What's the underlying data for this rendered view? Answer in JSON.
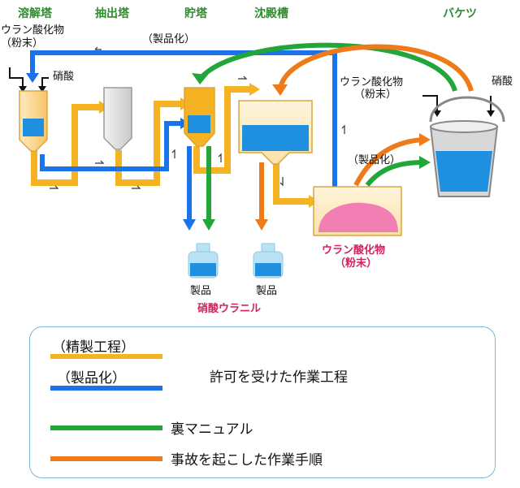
{
  "headers": {
    "dissolution_tower": "溶解塔",
    "extraction_tower": "抽出塔",
    "storage_tower": "貯塔",
    "settling_tank": "沈殿槽",
    "bucket": "バケツ"
  },
  "labels": {
    "uranium_oxide_powder_left_1": "ウラン酸化物",
    "uranium_oxide_powder_left_2": "（粉末）",
    "nitric_acid_left": "硝酸",
    "product_conversion_top": "（製品化）",
    "uranium_oxide_powder_right_1": "ウラン酸化物",
    "uranium_oxide_powder_right_2": "（粉末）",
    "nitric_acid_right": "硝酸",
    "product_conversion_mid": "（製品化）",
    "uranium_oxide_powder_red_1": "ウラン酸化物",
    "uranium_oxide_powder_red_2": "（粉末）",
    "product_1": "製品",
    "product_2": "製品",
    "uranyl_nitrate": "硝酸ウラニル"
  },
  "legend": {
    "refining": "（精製工程）",
    "product_conversion": "（製品化）",
    "licensed_process": "許可を受けた作業工程",
    "secret_manual": "裏マニュアル",
    "accident_procedure": "事故を起こした作業手順"
  },
  "colors": {
    "orange_yellow": "#f5b324",
    "blue": "#1a73e8",
    "green": "#22a63a",
    "orange": "#ee7a1a",
    "liquid_blue": "#1f8fe0",
    "pink": "#f27fb3",
    "header_green": "#2e8b2e",
    "label_red": "#d81e5b"
  }
}
